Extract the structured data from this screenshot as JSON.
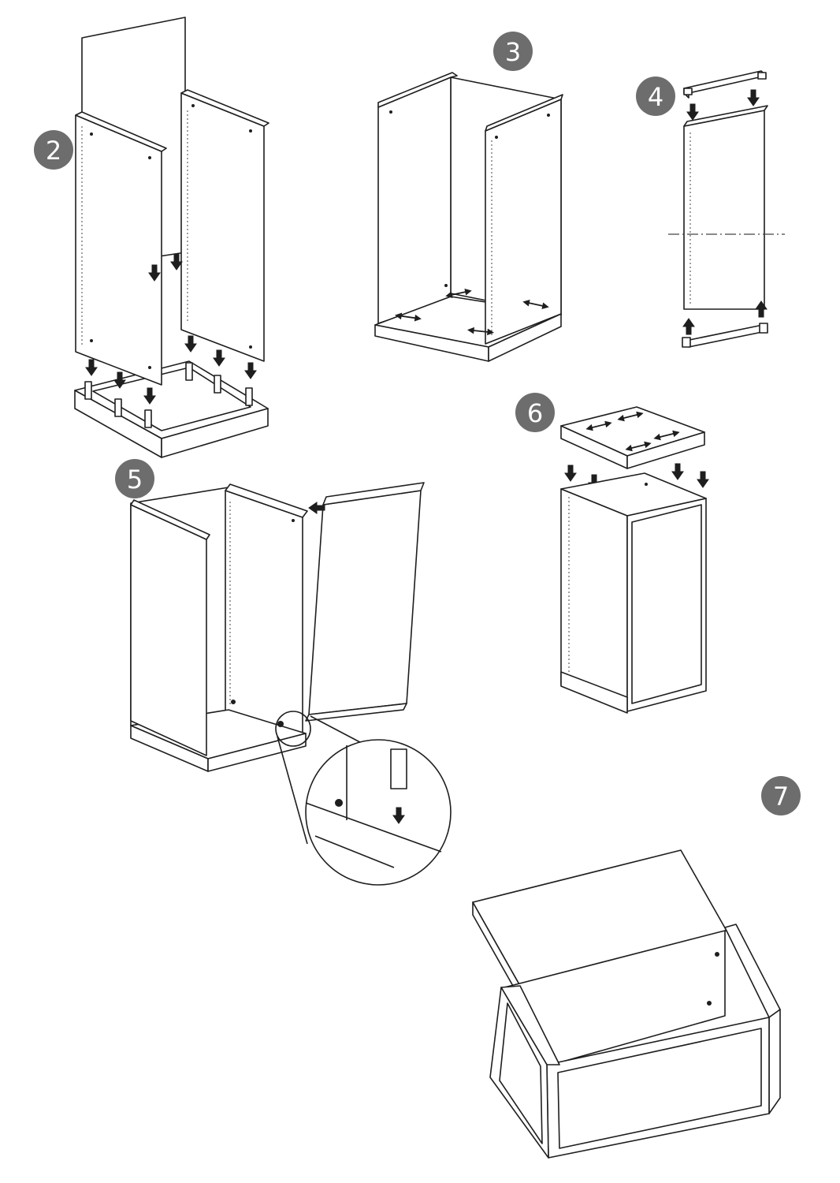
{
  "steps": [
    {
      "id": "step-2",
      "label": "2"
    },
    {
      "id": "step-3",
      "label": "3"
    },
    {
      "id": "step-4",
      "label": "4"
    },
    {
      "id": "step-5",
      "label": "5"
    },
    {
      "id": "step-6",
      "label": "6"
    },
    {
      "id": "step-7",
      "label": "7"
    }
  ],
  "colors": {
    "badge": "#6d6d6d",
    "badge_text": "#ffffff",
    "line": "#1e1e1e",
    "background": "#ffffff"
  }
}
